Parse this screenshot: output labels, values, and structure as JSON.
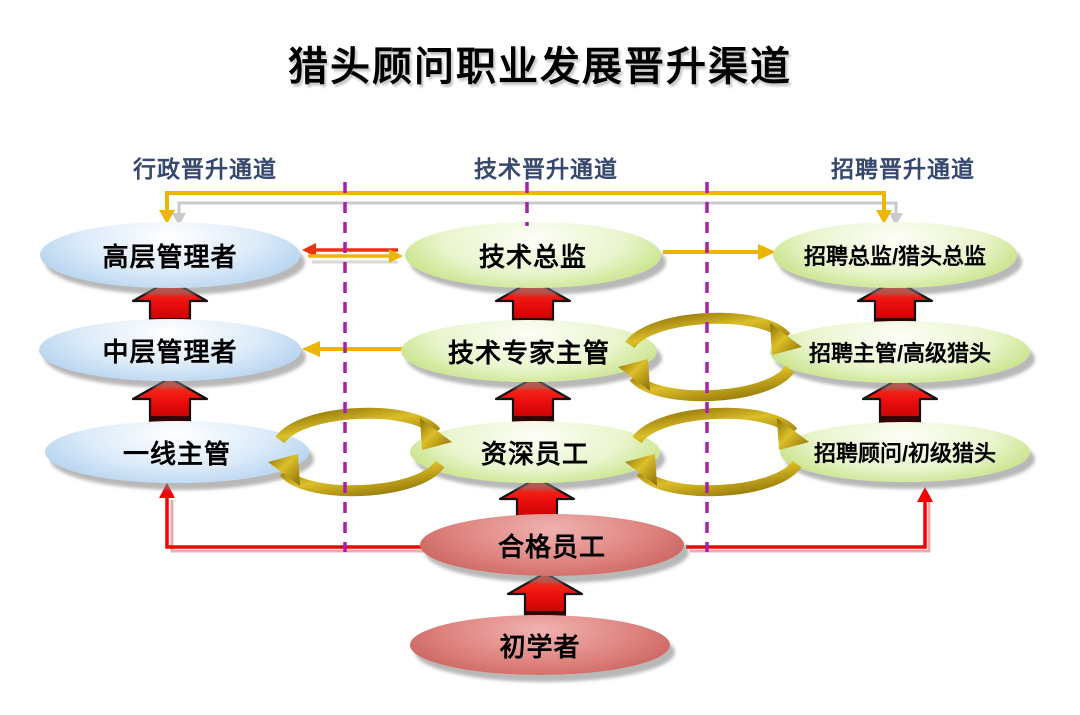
{
  "title": "猎头顾问职业发展晋升渠道",
  "channels": [
    {
      "label": "行政晋升通道"
    },
    {
      "label": "技术晋升通道"
    },
    {
      "label": "招聘晋升通道"
    }
  ],
  "nodes": [
    {
      "label": "高层管理者",
      "channel": "行政晋升通道",
      "tier": 1,
      "fill": "blue"
    },
    {
      "label": "技术总监",
      "channel": "技术晋升通道",
      "tier": 1,
      "fill": "green"
    },
    {
      "label": "招聘总监/猎头总监",
      "channel": "招聘晋升通道",
      "tier": 1,
      "fill": "green"
    },
    {
      "label": "中层管理者",
      "channel": "行政晋升通道",
      "tier": 2,
      "fill": "blue"
    },
    {
      "label": "技术专家主管",
      "channel": "技术晋升通道",
      "tier": 2,
      "fill": "green"
    },
    {
      "label": "招聘主管/高级猎头",
      "channel": "招聘晋升通道",
      "tier": 2,
      "fill": "green"
    },
    {
      "label": "一线主管",
      "channel": "行政晋升通道",
      "tier": 3,
      "fill": "blue"
    },
    {
      "label": "资深员工",
      "channel": "技术晋升通道",
      "tier": 3,
      "fill": "green"
    },
    {
      "label": "招聘顾问/初级猎头",
      "channel": "招聘晋升通道",
      "tier": 3,
      "fill": "green"
    },
    {
      "label": "合格员工",
      "channel": "基础",
      "tier": 4,
      "fill": "red"
    },
    {
      "label": "初学者",
      "channel": "基础",
      "tier": 5,
      "fill": "red"
    }
  ],
  "relations": [
    {
      "from": "初学者",
      "to": "合格员工",
      "type": "promotion-up-arrow"
    },
    {
      "from": "合格员工",
      "to": "资深员工",
      "type": "promotion-up-arrow"
    },
    {
      "from": "合格员工",
      "to": "一线主管",
      "type": "promotion-line-arrow"
    },
    {
      "from": "合格员工",
      "to": "招聘顾问/初级猎头",
      "type": "promotion-line-arrow"
    },
    {
      "from": "资深员工",
      "to": "技术专家主管",
      "type": "promotion-up-arrow"
    },
    {
      "from": "技术专家主管",
      "to": "技术总监",
      "type": "promotion-up-arrow"
    },
    {
      "from": "一线主管",
      "to": "中层管理者",
      "type": "promotion-up-arrow"
    },
    {
      "from": "中层管理者",
      "to": "高层管理者",
      "type": "promotion-up-arrow"
    },
    {
      "from": "招聘顾问/初级猎头",
      "to": "招聘主管/高级猎头",
      "type": "promotion-up-arrow"
    },
    {
      "from": "招聘主管/高级猎头",
      "to": "招聘总监/猎头总监",
      "type": "promotion-up-arrow"
    },
    {
      "from": "技术专家主管",
      "to": "中层管理者",
      "type": "transfer-yellow-arrow"
    },
    {
      "from": "高层管理者",
      "to": "技术总监",
      "type": "transfer-double-arrow"
    },
    {
      "from": "技术总监",
      "to": "招聘总监/猎头总监",
      "type": "transfer-yellow-arrow"
    },
    {
      "from": "一线主管",
      "to": "资深员工",
      "type": "exchange-cycle"
    },
    {
      "from": "技术专家主管",
      "to": "招聘主管/高级猎头",
      "type": "exchange-cycle"
    },
    {
      "from": "资深员工",
      "to": "招聘顾问/初级猎头",
      "type": "exchange-cycle"
    }
  ],
  "colors": {
    "header_text": "#36486E",
    "title_text": "#000000",
    "gold_arrow": "#EDB400",
    "red_arrow": "#E60000",
    "purple_dash": "#A820A8",
    "blue_node": "#9FC5EB",
    "green_node": "#B2D75C",
    "red_node": "#C05450"
  }
}
